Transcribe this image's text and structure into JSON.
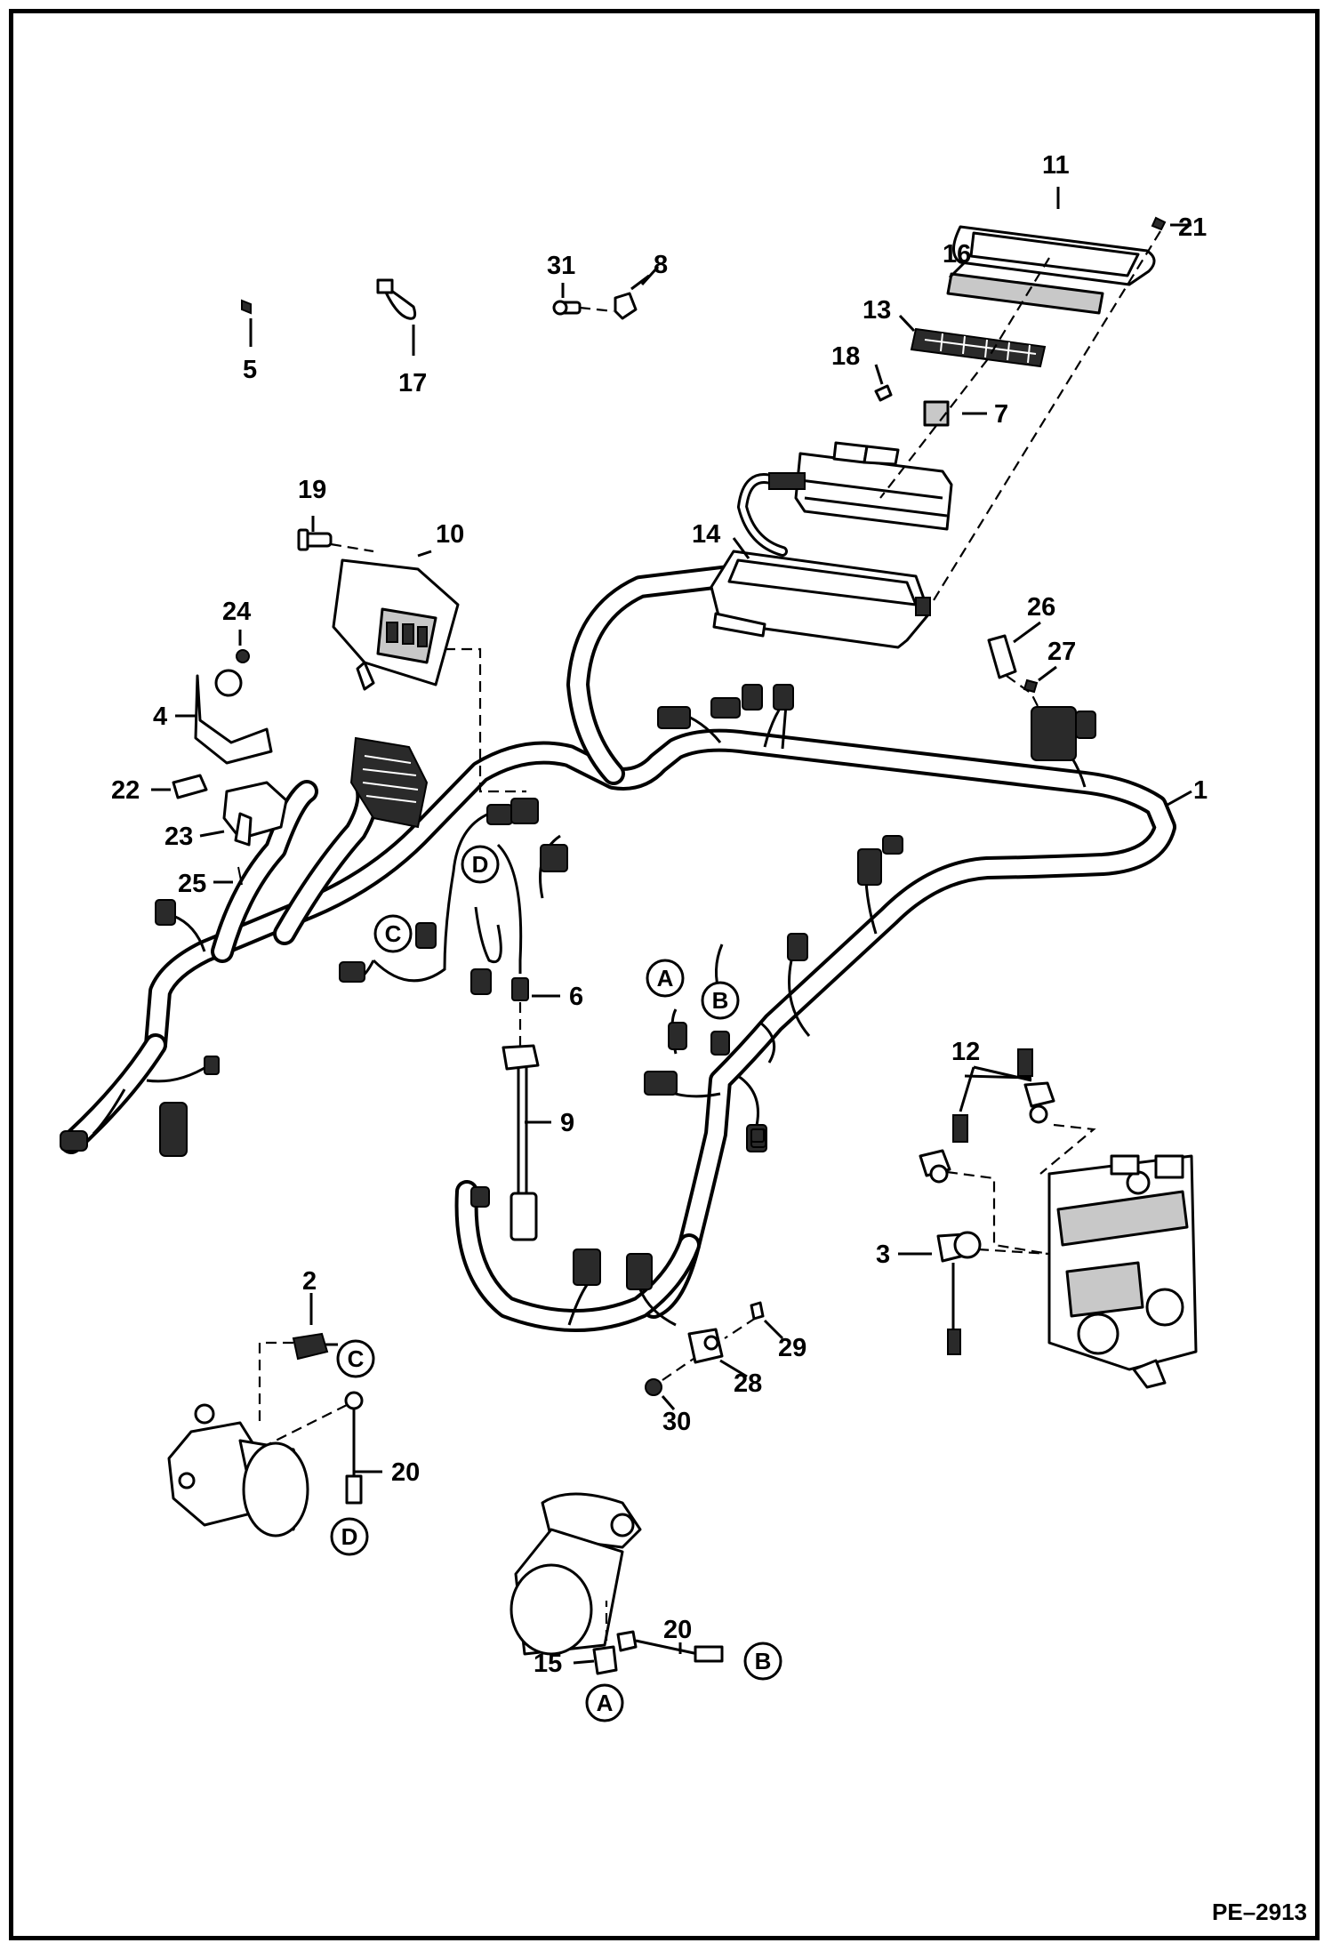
{
  "figure_code": "PE–2913",
  "callouts": [
    "1",
    "2",
    "3",
    "4",
    "5",
    "6",
    "7",
    "8",
    "9",
    "10",
    "11",
    "12",
    "13",
    "14",
    "15",
    "16",
    "17",
    "18",
    "19",
    "20",
    "20",
    "21",
    "22",
    "23",
    "24",
    "25",
    "26",
    "27",
    "28",
    "29",
    "30",
    "31"
  ],
  "connector_refs": [
    "A",
    "B",
    "C",
    "D",
    "A",
    "B",
    "C",
    "D"
  ]
}
